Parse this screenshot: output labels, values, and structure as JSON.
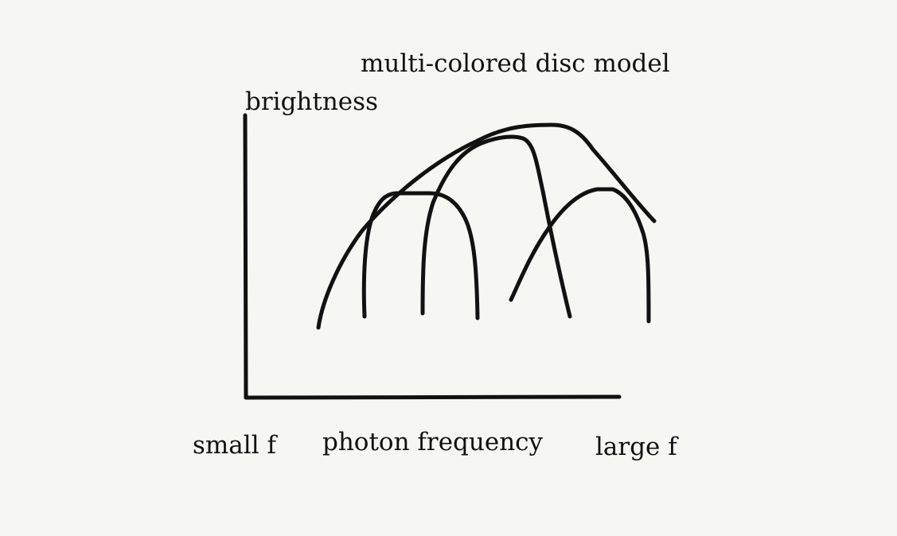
{
  "diagram": {
    "title": "multi-colored disc model",
    "y_axis_label": "brightness",
    "x_axis_label": "photon frequency",
    "x_axis_left_label": "small f",
    "x_axis_right_label": "large f"
  },
  "colors": {
    "background": "#f6f6f3",
    "ink": "#111111"
  }
}
